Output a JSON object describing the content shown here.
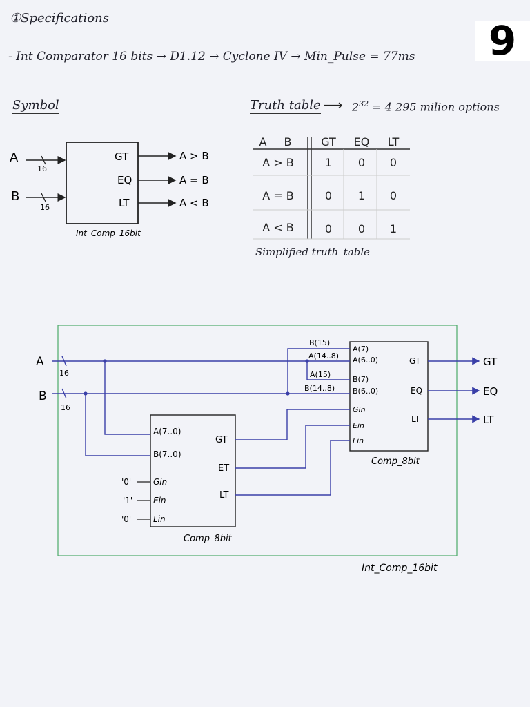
{
  "page_number": "9",
  "heading": "①Specifications",
  "spec_line": "- Int Comparator 16 bits → D1.12 → Cyclone IV → Min_Pulse = 77ms",
  "symbol": {
    "title": "Symbol",
    "block_name": "Int_Comp_16bit",
    "inputs": [
      {
        "name": "A",
        "width": "16"
      },
      {
        "name": "B",
        "width": "16"
      }
    ],
    "outputs": [
      {
        "port": "GT",
        "meaning": "A > B"
      },
      {
        "port": "EQ",
        "meaning": "A = B"
      },
      {
        "port": "LT",
        "meaning": "A < B"
      }
    ]
  },
  "truth_table": {
    "title": "Truth table",
    "formula_base": "2",
    "formula_exp": "32",
    "formula_rest": "= 4 295 milion options",
    "input_headers": [
      "A",
      "B"
    ],
    "output_headers": [
      "GT",
      "EQ",
      "LT"
    ],
    "rows": [
      {
        "cond": "A > B",
        "GT": "1",
        "EQ": "0",
        "LT": "0"
      },
      {
        "cond": "A = B",
        "GT": "0",
        "EQ": "1",
        "LT": "0"
      },
      {
        "cond": "A < B",
        "GT": "0",
        "EQ": "0",
        "LT": "1"
      }
    ],
    "caption": "Simplified truth_table"
  },
  "schematic": {
    "outer_name": "Int_Comp_16bit",
    "inputs": [
      {
        "name": "A",
        "width": "16"
      },
      {
        "name": "B",
        "width": "16"
      }
    ],
    "low_comp": {
      "name": "Comp_8bit",
      "in_ports": [
        "A(7..0)",
        "B(7..0)",
        "Gin",
        "Ein",
        "Lin"
      ],
      "out_ports": [
        "GT",
        "ET",
        "LT"
      ],
      "constants": [
        "'0'",
        "'1'",
        "'0'"
      ]
    },
    "high_comp": {
      "name": "Comp_8bit",
      "in_ports": [
        "A(7)",
        "A(6..0)",
        "B(7)",
        "B(6..0)",
        "Gin",
        "Ein",
        "Lin"
      ],
      "out_ports": [
        "GT",
        "EQ",
        "LT"
      ],
      "bus_labels": [
        "B(15)",
        "A(14..8)",
        "A(15)",
        "B(14..8)"
      ]
    },
    "outputs": [
      "GT",
      "EQ",
      "LT"
    ],
    "colors": {
      "wire": "#3a3fa8",
      "frame": "#4caa6a",
      "ink": "#222222"
    }
  }
}
